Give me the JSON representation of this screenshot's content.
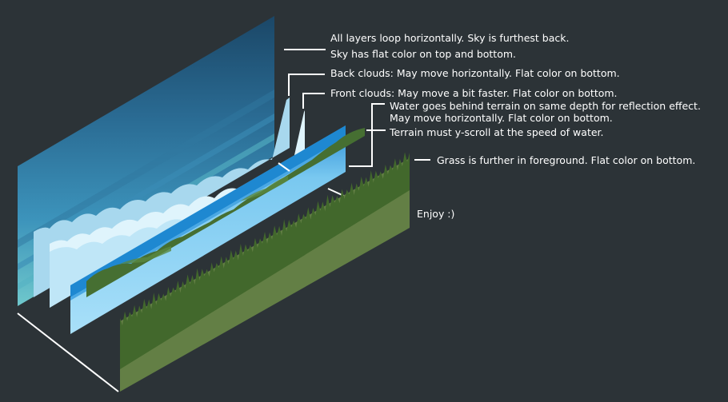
{
  "annotations": {
    "sky_line1": "All layers loop horizontally. Sky is furthest back.",
    "sky_line2": "Sky has flat color on top and bottom.",
    "back_clouds": "Back clouds: May move horizontally. Flat color on bottom.",
    "front_clouds": "Front clouds: May move a bit faster. Flat color on bottom.",
    "water_line1": "Water goes behind terrain on same depth for reflection effect.",
    "water_line2": "May move horizontally. Flat color on bottom.",
    "terrain": "Terrain must y-scroll at the speed of water.",
    "grass": "Grass is further in foreground. Flat color on bottom.",
    "enjoy": "Enjoy :)"
  },
  "layers": [
    {
      "name": "sky",
      "colors": [
        "#1d4c6c",
        "#3a8fb8",
        "#62c3c7"
      ]
    },
    {
      "name": "back-clouds",
      "colors": [
        "#a9d9ee",
        "#c9ecf9"
      ]
    },
    {
      "name": "front-clouds",
      "colors": [
        "#bfe6f7",
        "#eef9ff"
      ]
    },
    {
      "name": "water",
      "colors": [
        "#1c89d3",
        "#a4def8"
      ]
    },
    {
      "name": "terrain",
      "colors": [
        "#3f6a2d",
        "#4e7a36"
      ]
    },
    {
      "name": "grass",
      "colors": [
        "#637f45",
        "#42682c"
      ]
    }
  ]
}
